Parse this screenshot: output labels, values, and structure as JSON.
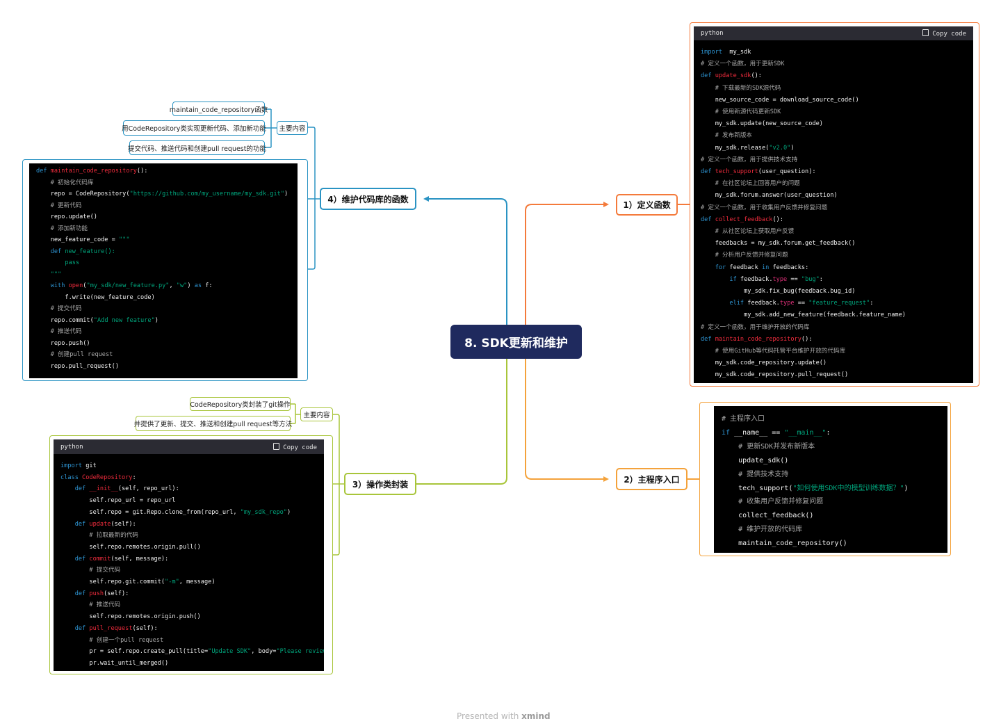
{
  "central": {
    "label": "8. SDK更新和维护"
  },
  "branches": {
    "define_functions": {
      "label": "1）定义函数",
      "color": "#f47a3b"
    },
    "main_entry": {
      "label": "2）主程序入口",
      "color": "#f4a23b"
    },
    "class_wrap": {
      "label": "3）操作类封装",
      "color": "#a8c53a"
    },
    "maintain_repo": {
      "label": "4）维护代码库的函数",
      "color": "#2a93c3"
    }
  },
  "maintain_repo_notes": {
    "group_label": "主要内容",
    "items": [
      "maintain_code_repository函数",
      "用CodeRepository类实现更新代码、添加新功能",
      "提交代码、推送代码和创建pull request的功能"
    ]
  },
  "class_wrap_notes": {
    "group_label": "主要内容",
    "items": [
      "CodeRepository类封装了git操作",
      "并提供了更新、提交、推送和创建pull request等方法"
    ]
  },
  "code_header": {
    "lang": "python",
    "copy_label": "Copy code"
  },
  "code_define": [
    [
      [
        "kw",
        "import"
      ],
      [
        "",
        "  my_sdk"
      ]
    ],
    [
      [
        "cm",
        "# 定义一个函数，用于更新SDK"
      ]
    ],
    [
      [
        "kw",
        "def "
      ],
      [
        "fn",
        "update_sdk"
      ],
      [
        "",
        "():"
      ]
    ],
    [
      [
        "cm",
        "    # 下载最新的SDK源代码"
      ]
    ],
    [
      [
        "",
        "    new_source_code = download_source_code()"
      ]
    ],
    [
      [
        "cm",
        "    # 使用新源代码更新SDK"
      ]
    ],
    [
      [
        "",
        "    my_sdk.update(new_source_code)"
      ]
    ],
    [
      [
        "cm",
        "    # 发布新版本"
      ]
    ],
    [
      [
        "",
        "    my_sdk.release("
      ],
      [
        "st",
        "\"v2.0\""
      ],
      [
        "",
        ")"
      ]
    ],
    [
      [
        "cm",
        "# 定义一个函数，用于提供技术支持"
      ]
    ],
    [
      [
        "kw",
        "def "
      ],
      [
        "fn",
        "tech_support"
      ],
      [
        "",
        "(user_question):"
      ]
    ],
    [
      [
        "cm",
        "    # 在社区论坛上回答用户的问题"
      ]
    ],
    [
      [
        "",
        "    my_sdk.forum.answer(user_question)"
      ]
    ],
    [
      [
        "cm",
        "# 定义一个函数，用于收集用户反馈并修复问题"
      ]
    ],
    [
      [
        "kw",
        "def "
      ],
      [
        "fn",
        "collect_feedback"
      ],
      [
        "",
        "():"
      ]
    ],
    [
      [
        "cm",
        "    # 从社区论坛上获取用户反馈"
      ]
    ],
    [
      [
        "",
        "    feedbacks = my_sdk.forum.get_feedback()"
      ]
    ],
    [
      [
        "cm",
        "    # 分析用户反馈并修复问题"
      ]
    ],
    [
      [
        "kw",
        "    for"
      ],
      [
        "",
        " feedback "
      ],
      [
        "kw",
        "in"
      ],
      [
        "",
        " feedbacks:"
      ]
    ],
    [
      [
        "kw",
        "        if"
      ],
      [
        "",
        " feedback."
      ],
      [
        "ct",
        "type"
      ],
      [
        "",
        " == "
      ],
      [
        "st",
        "\"bug\""
      ],
      [
        "",
        ":"
      ]
    ],
    [
      [
        "",
        "            my_sdk.fix_bug(feedback.bug_id)"
      ]
    ],
    [
      [
        "kw",
        "        elif"
      ],
      [
        "",
        " feedback."
      ],
      [
        "ct",
        "type"
      ],
      [
        "",
        " == "
      ],
      [
        "st",
        "\"feature_request\""
      ],
      [
        "",
        ":"
      ]
    ],
    [
      [
        "",
        "            my_sdk.add_new_feature(feedback.feature_name)"
      ]
    ],
    [
      [
        "cm",
        "# 定义一个函数，用于维护开放的代码库"
      ]
    ],
    [
      [
        "kw",
        "def "
      ],
      [
        "fn",
        "maintain_code_repository"
      ],
      [
        "",
        "():"
      ]
    ],
    [
      [
        "cm",
        "    # 使用GitHub等代码托管平台维护开放的代码库"
      ]
    ],
    [
      [
        "",
        "    my_sdk.code_repository.update()"
      ]
    ],
    [
      [
        "",
        "    my_sdk.code_repository.pull_request()"
      ]
    ]
  ],
  "code_main": [
    [
      [
        "cm",
        "# 主程序入口"
      ]
    ],
    [
      [
        "kw",
        "if"
      ],
      [
        "",
        " __name__ == "
      ],
      [
        "st",
        "\"__main__\""
      ],
      [
        "",
        ":"
      ]
    ],
    [
      [
        "cm",
        "    # 更新SDK并发布新版本"
      ]
    ],
    [
      [
        "",
        "    update_sdk()"
      ]
    ],
    [
      [
        "cm",
        "    # 提供技术支持"
      ]
    ],
    [
      [
        "",
        "    tech_support("
      ],
      [
        "st",
        "\"如何使用SDK中的模型训练数据？\""
      ],
      [
        "",
        ")"
      ]
    ],
    [
      [
        "cm",
        "    # 收集用户反馈并修复问题"
      ]
    ],
    [
      [
        "",
        "    collect_feedback()"
      ]
    ],
    [
      [
        "cm",
        "    # 维护开放的代码库"
      ]
    ],
    [
      [
        "",
        "    maintain_code_repository()"
      ]
    ]
  ],
  "code_class": [
    [
      [
        "kw",
        "import"
      ],
      [
        "",
        " git"
      ]
    ],
    [
      [
        "kw",
        "class "
      ],
      [
        "fn",
        "CodeRepository"
      ],
      [
        "",
        ":"
      ]
    ],
    [
      [
        "kw",
        "    def "
      ],
      [
        "fn",
        "__init__"
      ],
      [
        "",
        "(self, repo_url):"
      ]
    ],
    [
      [
        "",
        "        self.repo_url = repo_url"
      ]
    ],
    [
      [
        "",
        "        self.repo = git.Repo.clone_from(repo_url, "
      ],
      [
        "st",
        "\"my_sdk_repo\""
      ],
      [
        "",
        ")"
      ]
    ],
    [
      [
        "kw",
        "    def "
      ],
      [
        "fn",
        "update"
      ],
      [
        "",
        "(self):"
      ]
    ],
    [
      [
        "cm",
        "        # 拉取最新的代码"
      ]
    ],
    [
      [
        "",
        "        self.repo.remotes.origin.pull()"
      ]
    ],
    [
      [
        "kw",
        "    def "
      ],
      [
        "fn",
        "commit"
      ],
      [
        "",
        "(self, message):"
      ]
    ],
    [
      [
        "cm",
        "        # 提交代码"
      ]
    ],
    [
      [
        "",
        "        self.repo.git.commit("
      ],
      [
        "st",
        "\"-m\""
      ],
      [
        "",
        ", message)"
      ]
    ],
    [
      [
        "kw",
        "    def "
      ],
      [
        "fn",
        "push"
      ],
      [
        "",
        "(self):"
      ]
    ],
    [
      [
        "cm",
        "        # 推送代码"
      ]
    ],
    [
      [
        "",
        "        self.repo.remotes.origin.push()"
      ]
    ],
    [
      [
        "kw",
        "    def "
      ],
      [
        "fn",
        "pull_request"
      ],
      [
        "",
        "(self):"
      ]
    ],
    [
      [
        "cm",
        "        # 创建一个pull request"
      ]
    ],
    [
      [
        "",
        "        pr = self.repo.create_pull(title="
      ],
      [
        "st",
        "\"Update SDK\""
      ],
      [
        "",
        ", body="
      ],
      [
        "st",
        "\"Please review and merge\""
      ]
    ],
    [
      [
        "",
        "        pr.wait_until_merged()"
      ]
    ]
  ],
  "code_maintain": [
    [
      [
        "kw",
        "def "
      ],
      [
        "fn",
        "maintain_code_repository"
      ],
      [
        "",
        "():"
      ]
    ],
    [
      [
        "cm",
        "    # 初始化代码库"
      ]
    ],
    [
      [
        "",
        "    repo = CodeRepository("
      ],
      [
        "st",
        "\"https://github.com/my_username/my_sdk.git\""
      ],
      [
        "",
        ")"
      ]
    ],
    [
      [
        "cm",
        "    # 更新代码"
      ]
    ],
    [
      [
        "",
        "    repo.update()"
      ]
    ],
    [
      [
        "cm",
        "    # 添加新功能"
      ]
    ],
    [
      [
        "",
        "    new_feature_code = "
      ],
      [
        "st",
        "\"\"\""
      ]
    ],
    [
      [
        "kw",
        "    def "
      ],
      [
        "st",
        "new_feature():"
      ]
    ],
    [
      [
        "st",
        "        pass"
      ]
    ],
    [
      [
        "st",
        "    \"\"\""
      ]
    ],
    [
      [
        "kw",
        "    with "
      ],
      [
        "fn",
        "open"
      ],
      [
        "",
        "("
      ],
      [
        "st",
        "\"my_sdk/new_feature.py\""
      ],
      [
        "",
        ", "
      ],
      [
        "st",
        "\"w\""
      ],
      [
        "",
        ") "
      ],
      [
        "kw",
        "as"
      ],
      [
        "",
        " f:"
      ]
    ],
    [
      [
        "",
        "        f.write(new_feature_code)"
      ]
    ],
    [
      [
        "cm",
        "    # 提交代码"
      ]
    ],
    [
      [
        "",
        "    repo.commit("
      ],
      [
        "st",
        "\"Add new feature\""
      ],
      [
        "",
        ")"
      ]
    ],
    [
      [
        "cm",
        "    # 推送代码"
      ]
    ],
    [
      [
        "",
        "    repo.push()"
      ]
    ],
    [
      [
        "cm",
        "    # 创建pull request"
      ]
    ],
    [
      [
        "",
        "    repo.pull_request()"
      ]
    ]
  ],
  "footer": {
    "prefix": "Presented with",
    "brand": "xmind"
  }
}
